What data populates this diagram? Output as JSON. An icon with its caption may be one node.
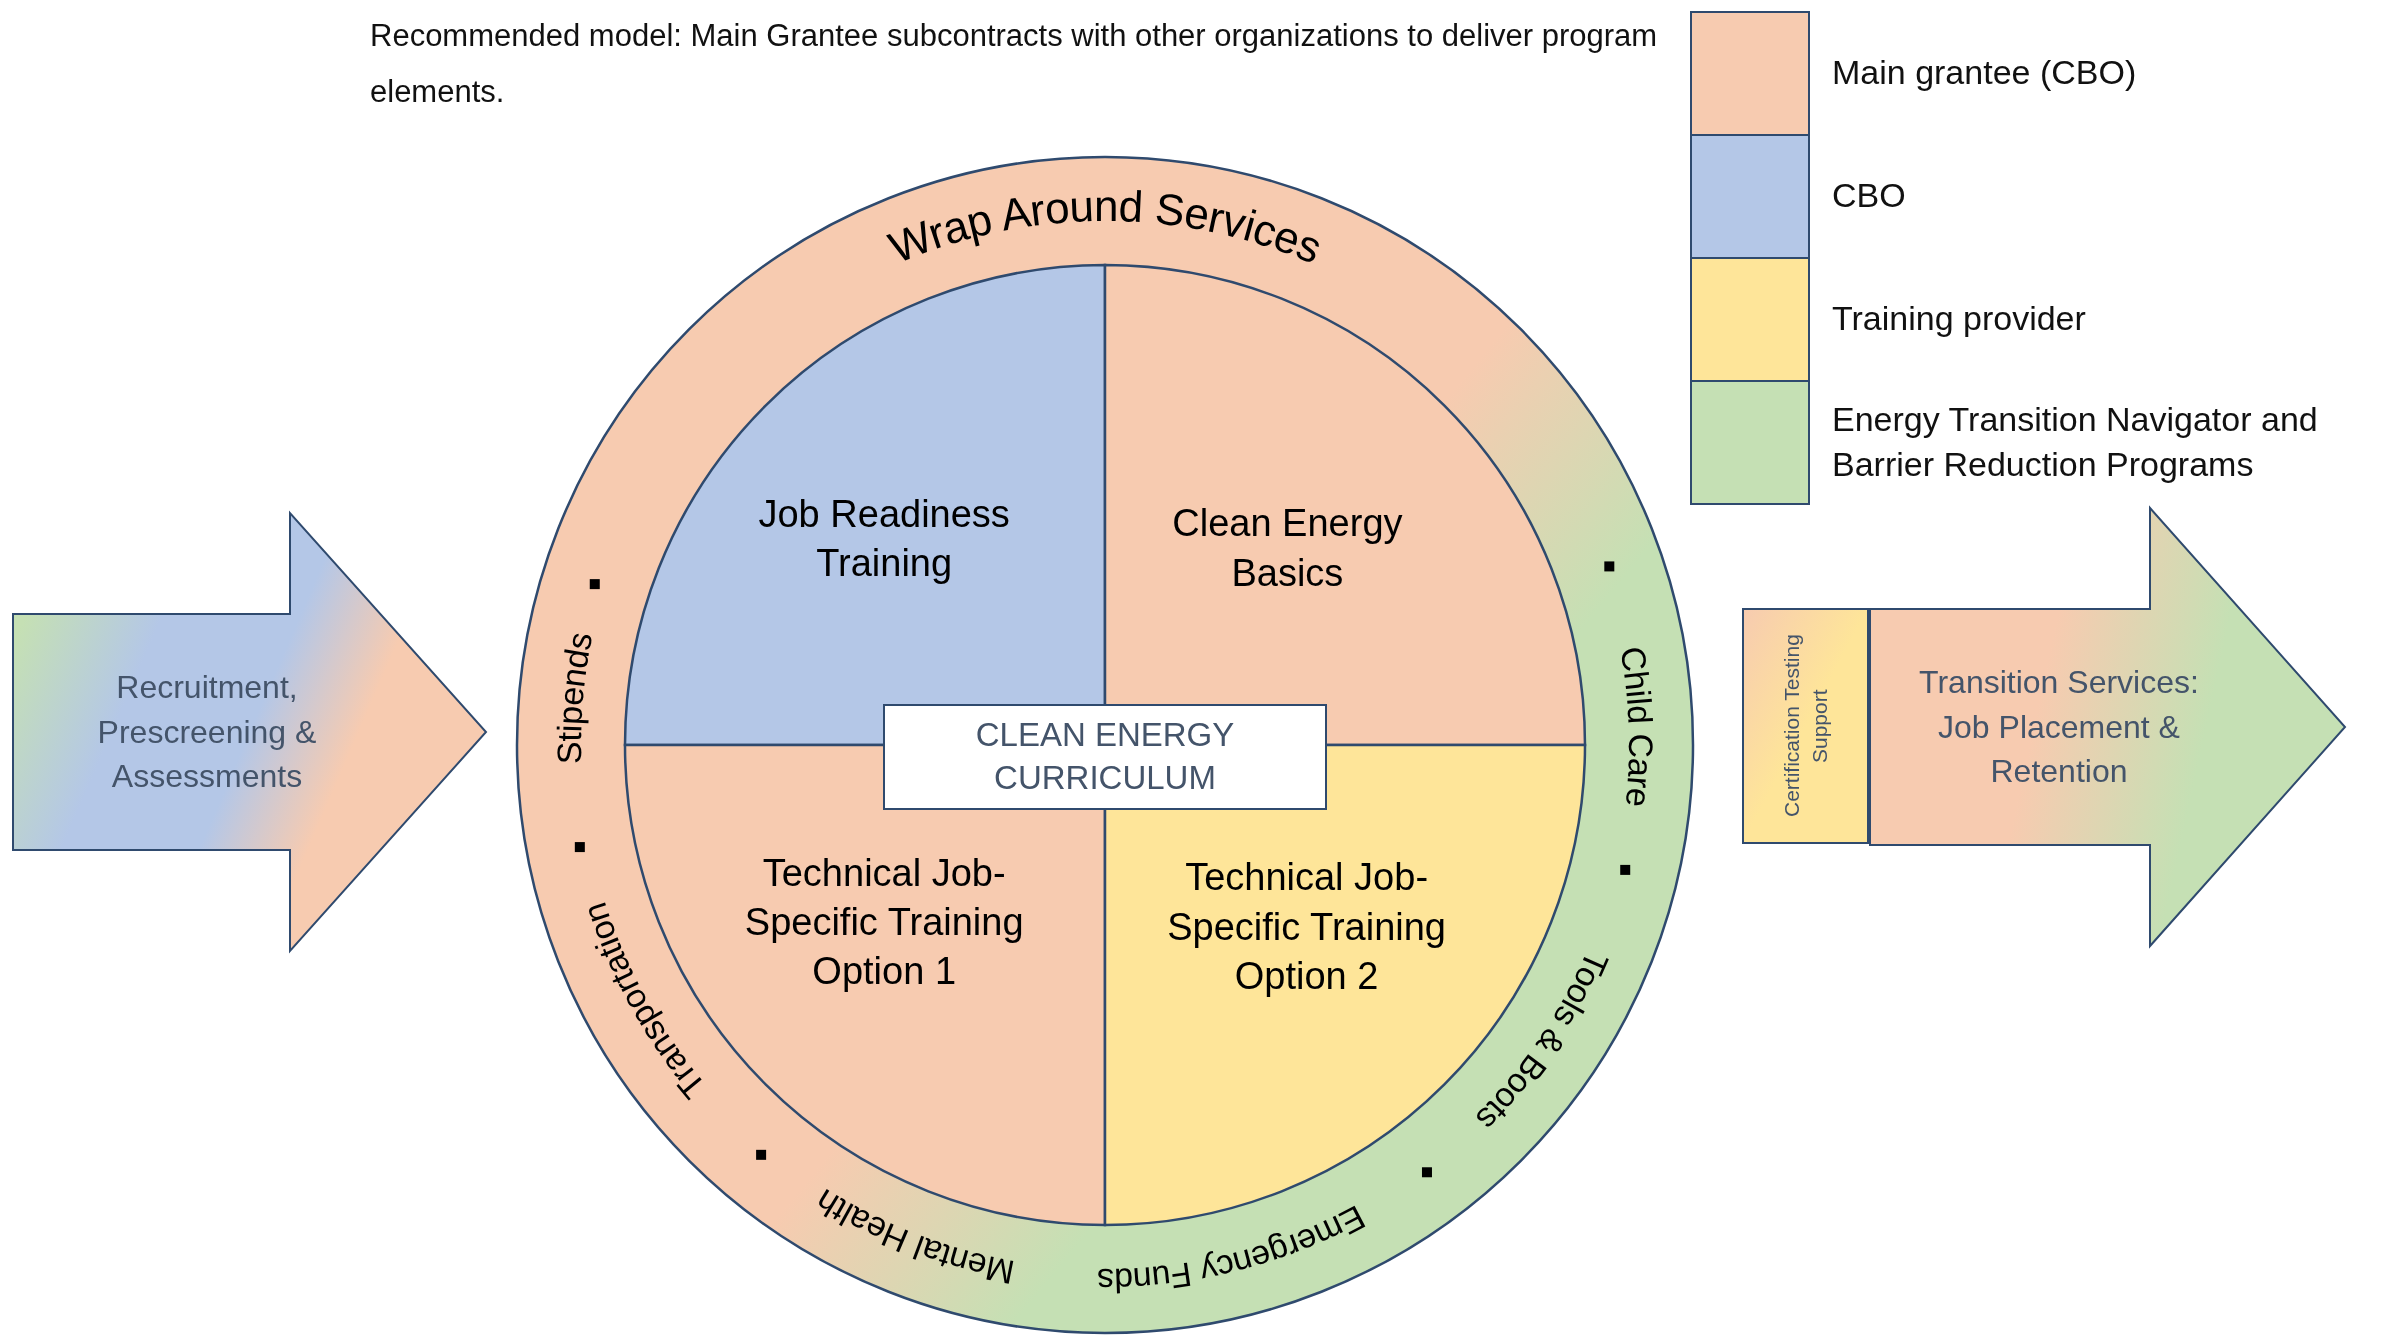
{
  "diagram": {
    "title": "Recommended model: Main Grantee subcontracts with other organizations to deliver program elements.",
    "nodes": [
      {
        "text": [
          "Wrap Around Services",
          "Stipends",
          "Transportation",
          "Mental Health",
          "Emergency Funds",
          "Tools & Boots",
          "Child Care"
        ]
      },
      {
        "text": [
          "Job Readiness Training"
        ],
        "in": 0
      },
      {
        "text": [
          "Clean Energy Basics"
        ],
        "in": 0
      },
      {
        "text": [
          "Technical Job-Specific Training Option 1"
        ],
        "in": 0
      },
      {
        "text": [
          "Technical Job-Specific Training Option 2"
        ],
        "in": 0
      },
      {
        "text": [
          "CLEAN ENERGY CURRICULUM"
        ],
        "in": 0
      },
      {
        "text": [
          "Recruitment, Prescreening & Assessments"
        ]
      },
      {
        "text": [
          "Certification Testing Support"
        ]
      },
      {
        "text": [
          "Transition Services: Job Placement & Retention"
        ]
      }
    ],
    "legend": [
      {
        "text": "Main grantee (CBO)",
        "color": "#f7cbb0"
      },
      {
        "text": "CBO",
        "color": "#b4c7e7"
      },
      {
        "text": "Training provider",
        "color": "#fee599"
      },
      {
        "text": "Energy Transition Navigator and Barrier Reduction Programs",
        "color": "#c5e0b4"
      }
    ]
  }
}
